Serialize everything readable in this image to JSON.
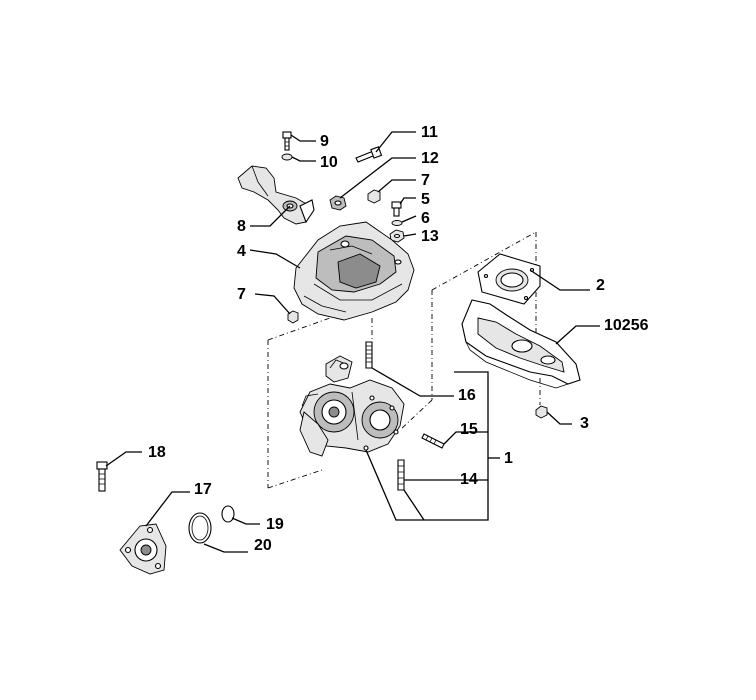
{
  "labels": {
    "l9": "9",
    "l10": "10",
    "l11": "11",
    "l12": "12",
    "l7a": "7",
    "l5": "5",
    "l6": "6",
    "l13": "13",
    "l8": "8",
    "l4": "4",
    "l7b": "7",
    "l2": "2",
    "l10256": "10256",
    "l16": "16",
    "l15": "15",
    "l3": "3",
    "l1": "1",
    "l14": "14",
    "l18": "18",
    "l17": "17",
    "l19": "19",
    "l20": "20"
  },
  "colors": {
    "line": "#000000",
    "background": "#ffffff",
    "shade_light": "#e6e6e6",
    "shade_mid": "#bdbdbd",
    "shade_dark": "#8c8c8c"
  }
}
